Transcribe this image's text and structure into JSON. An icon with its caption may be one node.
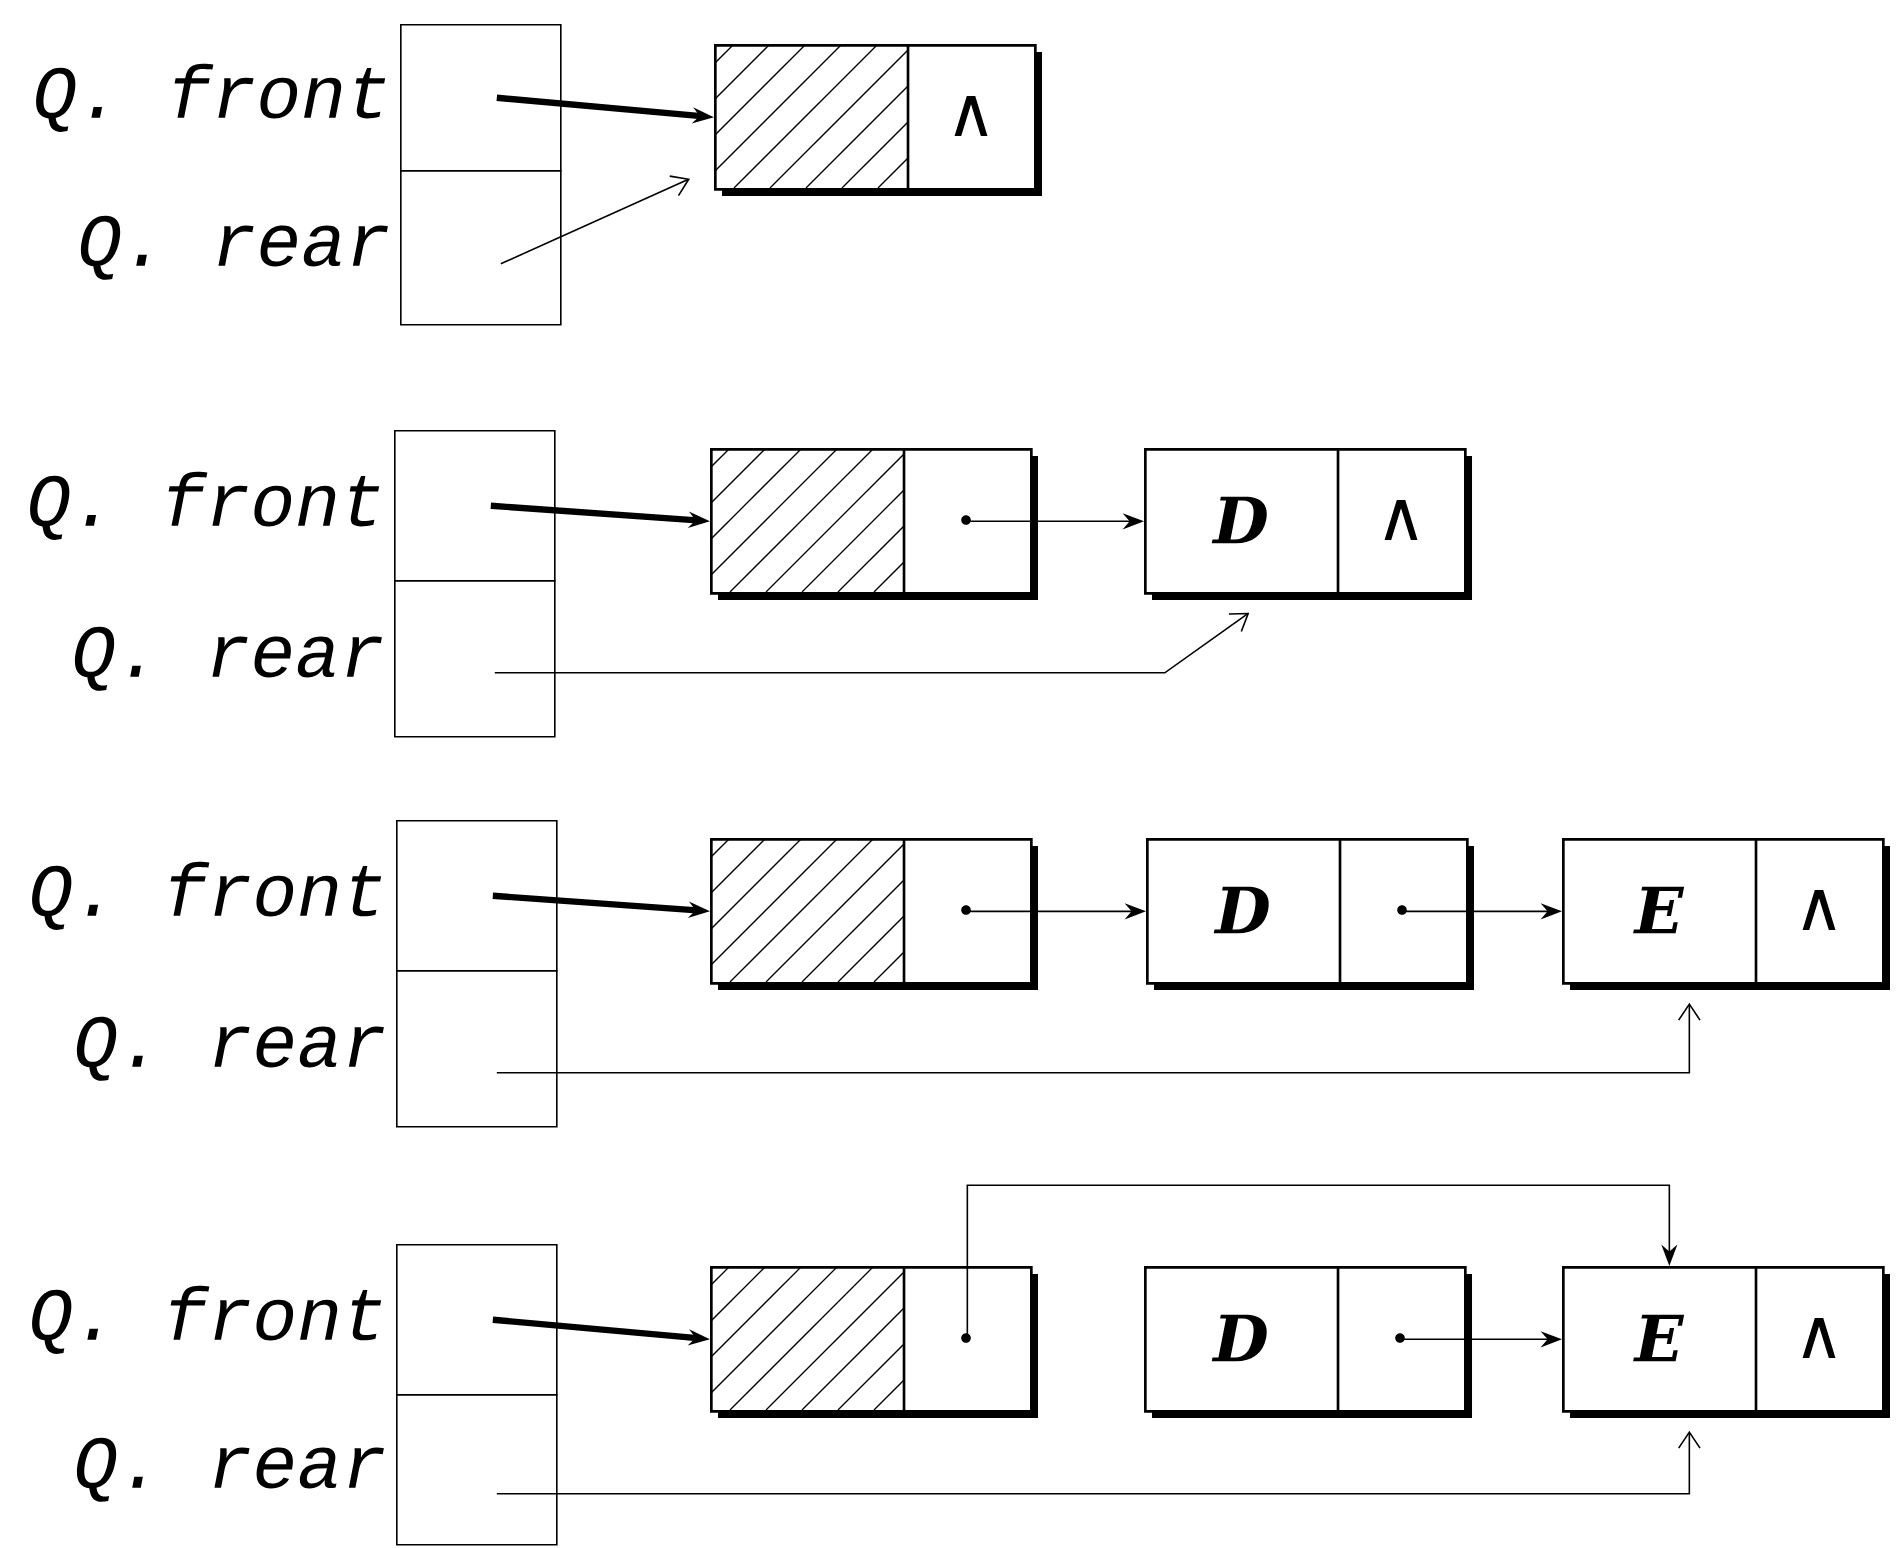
{
  "diagram": {
    "nodes": [
      {
        "text": [],
        "shape": "box",
        "beside": [
          "Q. front"
        ]
      },
      {
        "text": [],
        "shape": "box",
        "beside": [
          "Q. rear"
        ]
      },
      {
        "text": [
          "∧"
        ]
      },
      {
        "text": [],
        "shape": "box",
        "beside": [
          "Q. front"
        ]
      },
      {
        "text": [],
        "shape": "box",
        "beside": [
          "Q. rear"
        ]
      },
      {
        "text": [],
        "shape": "box"
      },
      {
        "text": [
          "D",
          "∧"
        ]
      },
      {
        "text": [],
        "shape": "box",
        "beside": [
          "Q. front"
        ]
      },
      {
        "text": [],
        "shape": "box",
        "beside": [
          "Q. rear"
        ]
      },
      {
        "text": [],
        "shape": "box"
      },
      {
        "text": [
          "D"
        ]
      },
      {
        "text": [
          "E",
          "∧"
        ]
      },
      {
        "text": [],
        "shape": "box",
        "beside": [
          "Q. front"
        ]
      },
      {
        "text": [],
        "shape": "box",
        "beside": [
          "Q. rear"
        ]
      },
      {
        "text": [],
        "shape": "box"
      },
      {
        "text": [
          "D"
        ]
      },
      {
        "text": [
          "E",
          "∧"
        ]
      }
    ],
    "edges": [
      {
        "from": 0,
        "to": 2,
        "arrow": "to",
        "style": "thick"
      },
      {
        "from": 1,
        "to": 2,
        "arrow": "to"
      },
      {
        "from": 3,
        "to": 5,
        "arrow": "to",
        "style": "thick"
      },
      {
        "from": 5,
        "to": 6,
        "arrow": "to"
      },
      {
        "from": 4,
        "to": 6,
        "arrow": "to"
      },
      {
        "from": 7,
        "to": 9,
        "arrow": "to",
        "style": "thick"
      },
      {
        "from": 9,
        "to": 10,
        "arrow": "to"
      },
      {
        "from": 10,
        "to": 11,
        "arrow": "to"
      },
      {
        "from": 8,
        "to": 11,
        "arrow": "to"
      },
      {
        "from": 12,
        "to": 14,
        "arrow": "to",
        "style": "thick"
      },
      {
        "from": 14,
        "to": 16,
        "arrow": "to"
      },
      {
        "from": 15,
        "to": 16,
        "arrow": "to"
      },
      {
        "from": 13,
        "to": 16,
        "arrow": "to"
      }
    ]
  }
}
